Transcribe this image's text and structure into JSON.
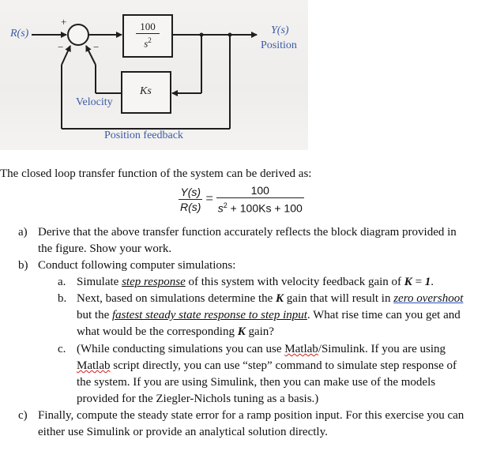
{
  "figure": {
    "input_label": "R(s)",
    "plus_sign": "+",
    "minus_left": "−",
    "minus_right": "−",
    "forward_block": {
      "numerator": "100",
      "denominator_base": "s",
      "denominator_exp": "2"
    },
    "feedback_block": "Ks",
    "output_label": "Y(s)",
    "output_sublabel": "Position",
    "velocity_label": "Velocity",
    "position_feedback_label": "Position feedback",
    "colors": {
      "labels": "#3b5aa6",
      "lines": "#1e1e1e",
      "background": "#f1f0ee"
    }
  },
  "intro": "The closed loop transfer function of the system can be derived as:",
  "equation": {
    "lhs_num": "Y(s)",
    "lhs_den": "R(s)",
    "equals": "=",
    "rhs_num": "100",
    "rhs_den_s": "s",
    "rhs_den_exp": "2",
    "rhs_den_rest": " + 100Ks + 100"
  },
  "questions": [
    {
      "marker": "a)",
      "line1": "Derive that the above transfer function accurately reflects the block diagram provided in",
      "line2": "the figure. Show your work."
    },
    {
      "marker": "b)",
      "line1": "Conduct following computer simulations:",
      "sub": [
        {
          "marker": "a.",
          "pre": "Simulate ",
          "emph": "step response",
          "mid": " of this system with velocity feedback gain of ",
          "k": "K",
          "post": " = ",
          "val": "1",
          "end": "."
        },
        {
          "marker": "b.",
          "l1_pre": "Next, based on simulations determine the ",
          "l1_k": "K",
          "l1_mid": " gain that will result in ",
          "l1_emph": "zero overshoot",
          "l2_pre": "but the ",
          "l2_emph": "fastest steady state response to step input",
          "l2_post": ". What rise time can you get and",
          "l3_pre": "what would be the corresponding ",
          "l3_k": "K",
          "l3_post": " gain?"
        },
        {
          "marker": "c.",
          "l1_pre": "(While conducting simulations you can use ",
          "l1_spell": "Matlab",
          "l1_post": "/Simulink. If you are using",
          "l2_spell": "Matlab",
          "l2_post": " script directly, you can use “step” command to simulate step response of",
          "l3": "the system. If you are using Simulink, then you can make use of the models",
          "l4": "provided for the Ziegler-Nichols tuning as a basis.)"
        }
      ]
    },
    {
      "marker": "c)",
      "line1": "Finally, compute the steady state error for a ramp position input. For this exercise you can",
      "line2": "either use Simulink or provide an analytical solution directly."
    }
  ]
}
